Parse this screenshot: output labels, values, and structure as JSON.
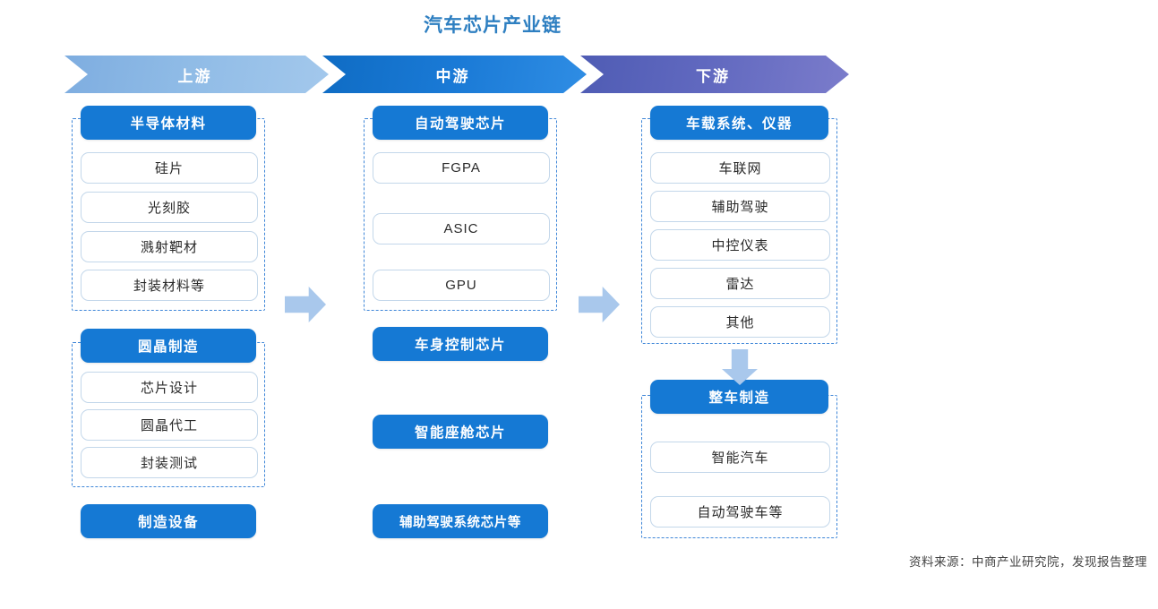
{
  "title": "汽车芯片产业链",
  "colors": {
    "title": "#2e7fc1",
    "header_blue": "#1579d4",
    "upstream_band": "#8fbbe6",
    "midstream_band": "#1a7ad6",
    "downstream_band": "#6068bf",
    "arrow": "#a9c8ec",
    "group_dash": "#3e86d8",
    "item_border": "#c3d7ea"
  },
  "bands": [
    {
      "key": "upstream",
      "label": "上游"
    },
    {
      "key": "midstream",
      "label": "中游"
    },
    {
      "key": "downstream",
      "label": "下游"
    }
  ],
  "columns": {
    "upstream": {
      "groups": [
        {
          "header": "半导体材料",
          "items": [
            "硅片",
            "光刻胶",
            "溅射靶材",
            "封装材料等"
          ]
        },
        {
          "header": "圆晶制造",
          "items": [
            "芯片设计",
            "圆晶代工",
            "封装测试"
          ]
        }
      ],
      "standalone": [
        "制造设备"
      ]
    },
    "midstream": {
      "groups": [
        {
          "header": "自动驾驶芯片",
          "items": [
            "FGPA",
            "ASIC",
            "GPU"
          ]
        }
      ],
      "standalone": [
        "车身控制芯片",
        "智能座舱芯片",
        "辅助驾驶系统芯片等"
      ]
    },
    "downstream": {
      "groups": [
        {
          "header": "车载系统、仪器",
          "items": [
            "车联网",
            "辅助驾驶",
            "中控仪表",
            "雷达",
            "其他"
          ]
        },
        {
          "header": "整车制造",
          "items": [
            "智能汽车",
            "自动驾驶车等"
          ]
        }
      ],
      "standalone": []
    }
  },
  "arrows": [
    {
      "name": "upstream-to-midstream",
      "direction": "right"
    },
    {
      "name": "midstream-to-downstream",
      "direction": "right"
    },
    {
      "name": "vehicle-systems-to-vehicle-manufacturing",
      "direction": "down"
    }
  ],
  "source": "资料来源：中商产业研究院，发现报告整理"
}
